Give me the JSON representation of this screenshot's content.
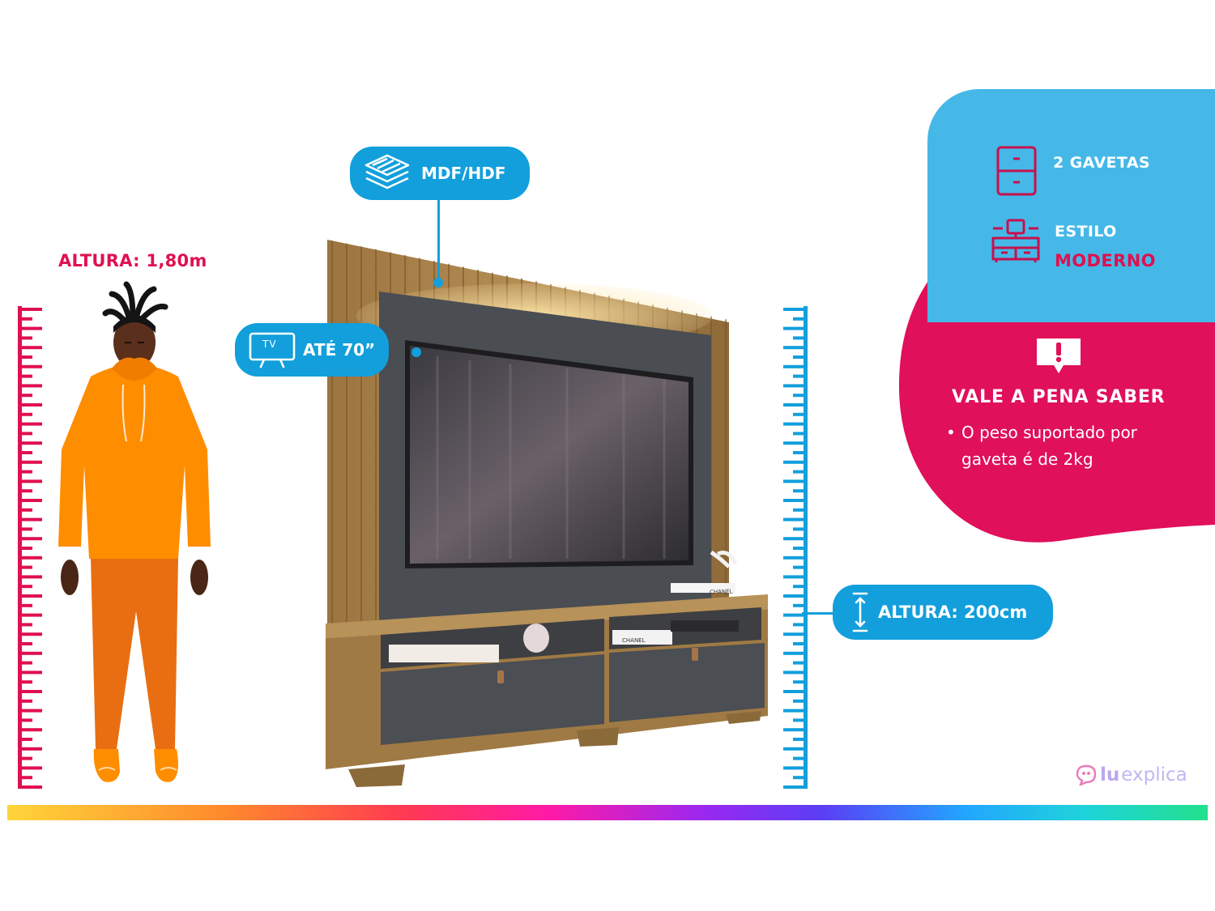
{
  "person": {
    "height_label": "ALTURA: 1,80m"
  },
  "callouts": {
    "material": "MDF/HDF",
    "tv_size": "ATÉ 70”",
    "tv_icon_text": "TV",
    "height": "ALTURA: 200cm"
  },
  "features": [
    {
      "icon": "drawers-icon",
      "label": "2 GAVETAS"
    },
    {
      "icon": "furniture-icon",
      "label_line1": "ESTILO",
      "label_line2": "MODERNO"
    }
  ],
  "vale": {
    "icon": "alert-icon",
    "title": "VALE A PENA SABER",
    "bullet": "•",
    "item_line1": "O peso suportado por",
    "item_line2": "gaveta é de 2kg"
  },
  "product_props": {
    "book_text": "CHANEL"
  },
  "brand": {
    "lu": "LU",
    "explica": "explica"
  },
  "colors": {
    "pink": "#e0104f",
    "blue": "#129fdc",
    "light_blue": "#45b8e8",
    "orange": "#ff8d00",
    "wood": "#b08a4e",
    "graphite": "#4a4d52"
  }
}
